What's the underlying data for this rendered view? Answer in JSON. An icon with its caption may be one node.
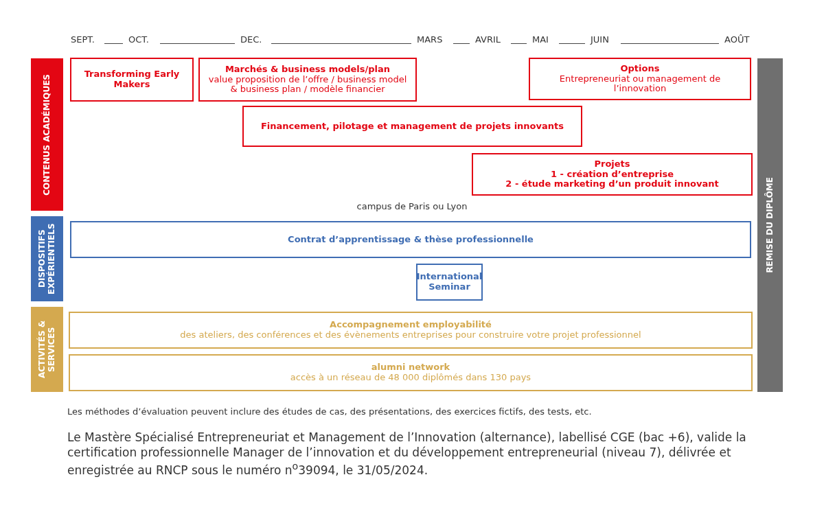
{
  "diagram": {
    "nodes": [
      {
        "text": [
          "CONTENUS ACADÉMIQUES"
        ]
      },
      {
        "text": [
          "Transforming Early Makers"
        ]
      },
      {
        "text": [
          "Marchés & business models/plan",
          "value proposition de l’offre / business model & business plan / modèle financier"
        ]
      },
      {
        "text": [
          "Options",
          "Entrepreneuriat ou management de l’innovation"
        ]
      },
      {
        "text": [
          "Financement, pilotage et management de projets innovants"
        ]
      },
      {
        "text": [
          "Projets",
          "1 - création d’entreprise",
          "2 - étude marketing d’un produit innovant"
        ]
      },
      {
        "text": [
          "DISPOSITIFS EXPÉRIENTIELS"
        ]
      },
      {
        "text": [
          "Contrat d’apprentissage & thèse professionnelle"
        ]
      },
      {
        "text": [
          "International Seminar"
        ]
      },
      {
        "text": [
          "ACTIVITÉS & SERVICES"
        ]
      },
      {
        "text": [
          "Accompagnement employabilité",
          "des ateliers, des conférences et des évènements entreprises pour construire votre projet professionnel"
        ]
      },
      {
        "text": [
          "alumni network",
          "accès à un réseau de 48 000 diplômés dans 130 pays"
        ]
      },
      {
        "text": [
          "REMISE DU DIPLÔME"
        ]
      }
    ],
    "edges": [],
    "labels": [
      "SEPT.",
      "OCT.",
      "DEC.",
      "MARS",
      "AVRIL",
      "MAI",
      "JUIN",
      "AOÛT",
      "campus de Paris ou Lyon",
      "Les méthodes d’évaluation peuvent inclure des études de cas, des présentations, des exercices fictifs, des tests, etc.",
      "Le Mastère Spécialisé Entrepreneuriat et Management de l’Innovation (alternance), labellisé CGE (bac +6), valide la certification professionnelle Manager de l’innovation et du développement entrepreneurial (niveau 7), délivrée et enregistrée au RNCP sous le numéro n$^{o}$39094, le 31/05/2024."
    ]
  }
}
